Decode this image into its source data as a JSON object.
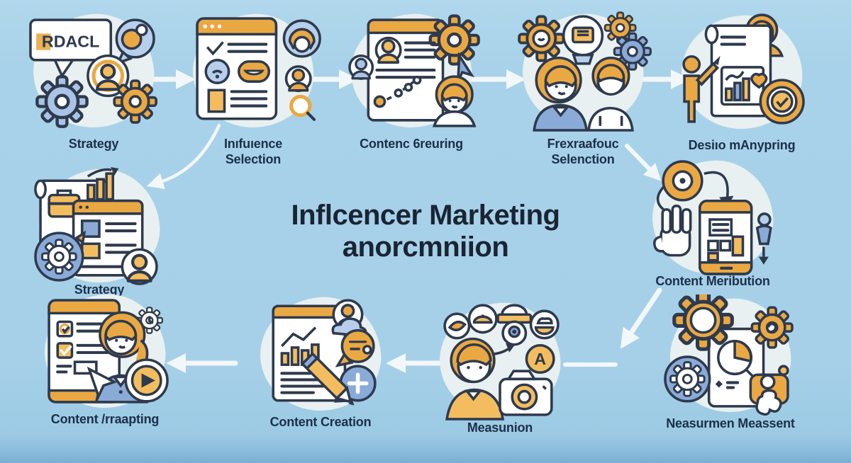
{
  "title": {
    "text": "Inflcencer Marketing\nanorcmniion"
  },
  "colors": {
    "background": "#a6d0e8",
    "icon_blob": "#e8f0f1",
    "accent_orange": "#eaa843",
    "accent_orange_light": "#f3bd5f",
    "accent_blue": "#8aaad8",
    "accent_blue_light": "#b7cfeb",
    "outline": "#2e3a4d",
    "label_text": "#1c2f4a",
    "arrow": "#f2f7fa"
  },
  "nodes": [
    {
      "id": "strategy-top",
      "label": "Strategy",
      "icon": "gears-chat-profile-icon",
      "icon_text": "RDACL"
    },
    {
      "id": "influence-selection",
      "label": "Inıfuıence\nSelection",
      "icon": "influencer-checklist-icon"
    },
    {
      "id": "content-creating",
      "label": "Contenc 6reuring",
      "icon": "content-document-gear-icon"
    },
    {
      "id": "audience-selection",
      "label": "Frexraafouc\nSelenction",
      "icon": "audience-people-idea-icon"
    },
    {
      "id": "design-planning",
      "label": "Desiıo mAnypring",
      "icon": "presentation-chart-badge-icon"
    },
    {
      "id": "strategy-left",
      "label": "Strategy",
      "icon": "strategy-document-gear-icon"
    },
    {
      "id": "content-distribution",
      "label": "Content Meribution",
      "icon": "phone-distribution-hand-icon"
    },
    {
      "id": "content-adapting",
      "label": "Content /rraapting",
      "icon": "checklist-video-woman-icon"
    },
    {
      "id": "content-creation",
      "label": "Content Creation",
      "icon": "pencil-chart-document-icon"
    },
    {
      "id": "measurement-1",
      "label": "Measunion",
      "icon": "camera-person-icon",
      "icon_text": "A"
    },
    {
      "id": "measurement-2",
      "label": "Neasurmen Meassent",
      "icon": "gears-analytics-tablet-icon"
    }
  ]
}
